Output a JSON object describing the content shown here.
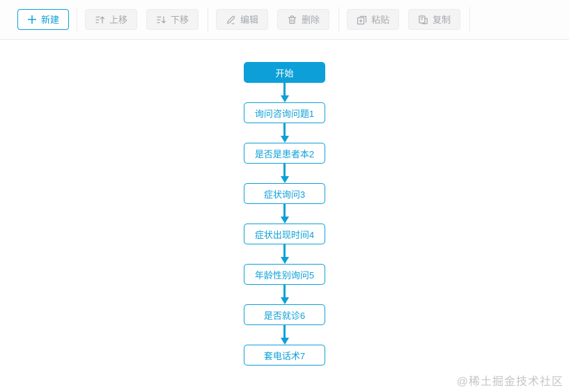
{
  "toolbar": {
    "buttons": {
      "new": "新建",
      "move_up": "上移",
      "move_down": "下移",
      "edit": "编辑",
      "delete": "删除",
      "paste": "粘贴",
      "copy": "复制"
    }
  },
  "flowchart": {
    "nodes": [
      {
        "label": "开始",
        "type": "start"
      },
      {
        "label": "询问咨询问题1",
        "type": "step"
      },
      {
        "label": "是否是患者本2",
        "type": "step"
      },
      {
        "label": "症状询问3",
        "type": "step"
      },
      {
        "label": "症状出现时间4",
        "type": "step"
      },
      {
        "label": "年龄性别询问5",
        "type": "step"
      },
      {
        "label": "是否就诊6",
        "type": "step"
      },
      {
        "label": "套电话术7",
        "type": "step"
      }
    ]
  },
  "watermark": "@稀土掘金技术社区",
  "colors": {
    "primary": "#0da0d8",
    "toolbar_disabled_text": "#a6a9ad",
    "toolbar_button_bg": "#f4f4f4"
  }
}
